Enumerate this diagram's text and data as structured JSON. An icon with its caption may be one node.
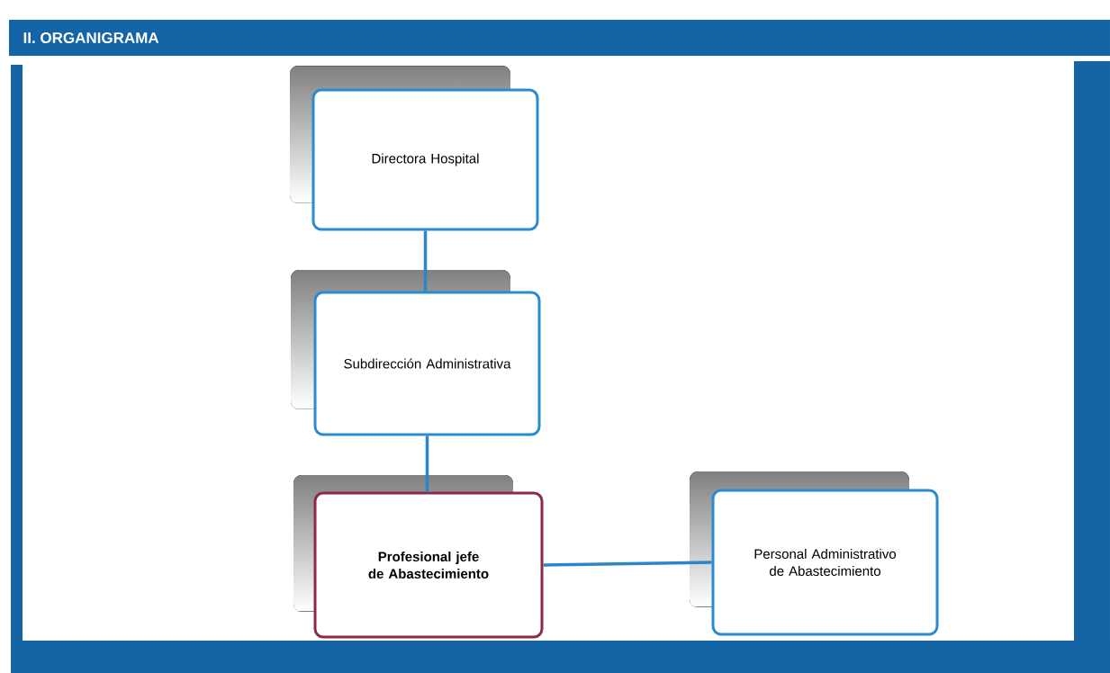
{
  "diagram": {
    "title": "II. ORGANIGRAMA",
    "nodes": [
      {
        "text": [
          "Directora Hospital"
        ]
      },
      {
        "text": [
          "Subdirección Administrativa"
        ]
      },
      {
        "text": [
          "Profesional jefe de Abastecimiento"
        ]
      },
      {
        "text": [
          "Personal Administrativo de Abastecimiento"
        ]
      }
    ],
    "edges": [
      {
        "from": 0,
        "to": 1,
        "arrow": "none"
      },
      {
        "from": 1,
        "to": 2,
        "arrow": "none"
      },
      {
        "from": 2,
        "to": 3,
        "arrow": "none"
      }
    ]
  }
}
